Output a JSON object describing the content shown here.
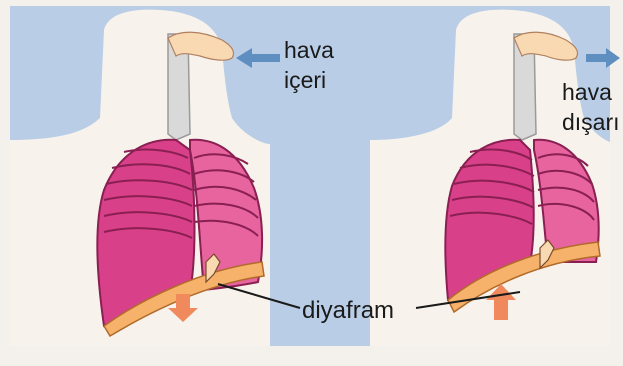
{
  "labels": {
    "inhale_line1": "hava",
    "inhale_line2": "içeri",
    "exhale_line1": "hava",
    "exhale_line2": "dışarı",
    "diaphragm": "diyafram"
  },
  "colors": {
    "background": "#b9cde6",
    "skin": "#f7f3ec",
    "lung": "#d9408a",
    "lung_light": "#ee8fbf",
    "rib": "#e05a98",
    "trachea": "#d9d9d9",
    "diaphragm": "#f6b26b",
    "arrow_in": "#5f8fc0",
    "arrow_diaphragm": "#f08a5d"
  },
  "icons": {
    "inhale_arrow": "arrow-left-icon",
    "exhale_arrow": "arrow-right-icon",
    "diaphragm_down": "arrow-down-icon",
    "diaphragm_up": "arrow-up-icon"
  }
}
